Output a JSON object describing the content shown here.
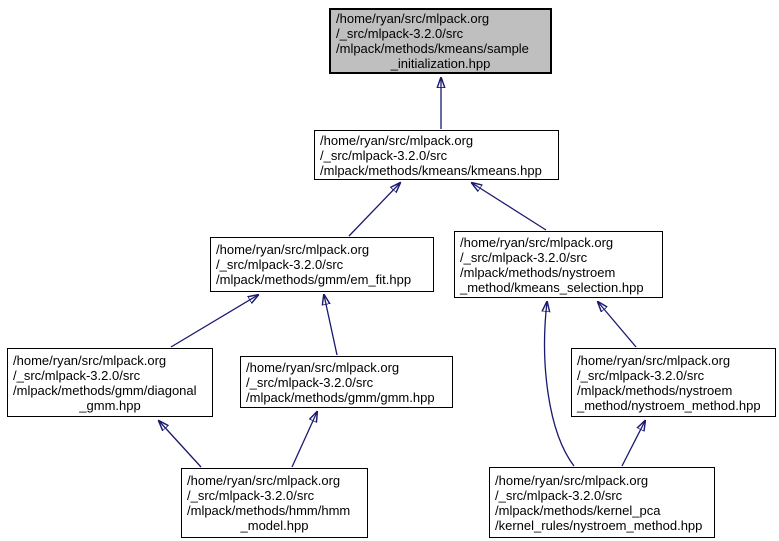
{
  "diagram": {
    "colors": {
      "background": "#ffffff",
      "node_fill": "#ffffff",
      "node_border": "#000000",
      "highlight_node_fill": "#bfbfbf",
      "arrow": "#191970",
      "text": "#000000"
    },
    "nodes": [
      {
        "id": "sample-initialization",
        "highlighted": true,
        "lines": [
          "/home/ryan/src/mlpack.org",
          "/_src/mlpack-3.2.0/src",
          "/mlpack/methods/kmeans/sample",
          "_initialization.hpp"
        ]
      },
      {
        "id": "kmeans",
        "highlighted": false,
        "lines": [
          "/home/ryan/src/mlpack.org",
          "/_src/mlpack-3.2.0/src",
          "/mlpack/methods/kmeans/kmeans.hpp"
        ]
      },
      {
        "id": "em-fit",
        "highlighted": false,
        "lines": [
          "/home/ryan/src/mlpack.org",
          "/_src/mlpack-3.2.0/src",
          "/mlpack/methods/gmm/em_fit.hpp"
        ]
      },
      {
        "id": "kmeans-selection",
        "highlighted": false,
        "lines": [
          "/home/ryan/src/mlpack.org",
          "/_src/mlpack-3.2.0/src",
          "/mlpack/methods/nystroem",
          "_method/kmeans_selection.hpp"
        ]
      },
      {
        "id": "diagonal-gmm",
        "highlighted": false,
        "lines": [
          "/home/ryan/src/mlpack.org",
          "/_src/mlpack-3.2.0/src",
          "/mlpack/methods/gmm/diagonal",
          "_gmm.hpp"
        ]
      },
      {
        "id": "gmm",
        "highlighted": false,
        "lines": [
          "/home/ryan/src/mlpack.org",
          "/_src/mlpack-3.2.0/src",
          "/mlpack/methods/gmm/gmm.hpp"
        ]
      },
      {
        "id": "nystroem-method",
        "highlighted": false,
        "lines": [
          "/home/ryan/src/mlpack.org",
          "/_src/mlpack-3.2.0/src",
          "/mlpack/methods/nystroem",
          "_method/nystroem_method.hpp"
        ]
      },
      {
        "id": "hmm-model",
        "highlighted": false,
        "lines": [
          "/home/ryan/src/mlpack.org",
          "/_src/mlpack-3.2.0/src",
          "/mlpack/methods/hmm/hmm",
          "_model.hpp"
        ]
      },
      {
        "id": "kernel-pca-nystroem",
        "highlighted": false,
        "lines": [
          "/home/ryan/src/mlpack.org",
          "/_src/mlpack-3.2.0/src",
          "/mlpack/methods/kernel_pca",
          "/kernel_rules/nystroem_method.hpp"
        ]
      }
    ],
    "edges": [
      {
        "from": "kmeans",
        "to": "sample-initialization"
      },
      {
        "from": "em-fit",
        "to": "kmeans"
      },
      {
        "from": "kmeans-selection",
        "to": "kmeans"
      },
      {
        "from": "diagonal-gmm",
        "to": "em-fit"
      },
      {
        "from": "gmm",
        "to": "em-fit"
      },
      {
        "from": "nystroem-method",
        "to": "kmeans-selection"
      },
      {
        "from": "kernel-pca-nystroem",
        "to": "kmeans-selection"
      },
      {
        "from": "kernel-pca-nystroem",
        "to": "nystroem-method"
      },
      {
        "from": "hmm-model",
        "to": "diagonal-gmm"
      },
      {
        "from": "hmm-model",
        "to": "gmm"
      }
    ]
  }
}
